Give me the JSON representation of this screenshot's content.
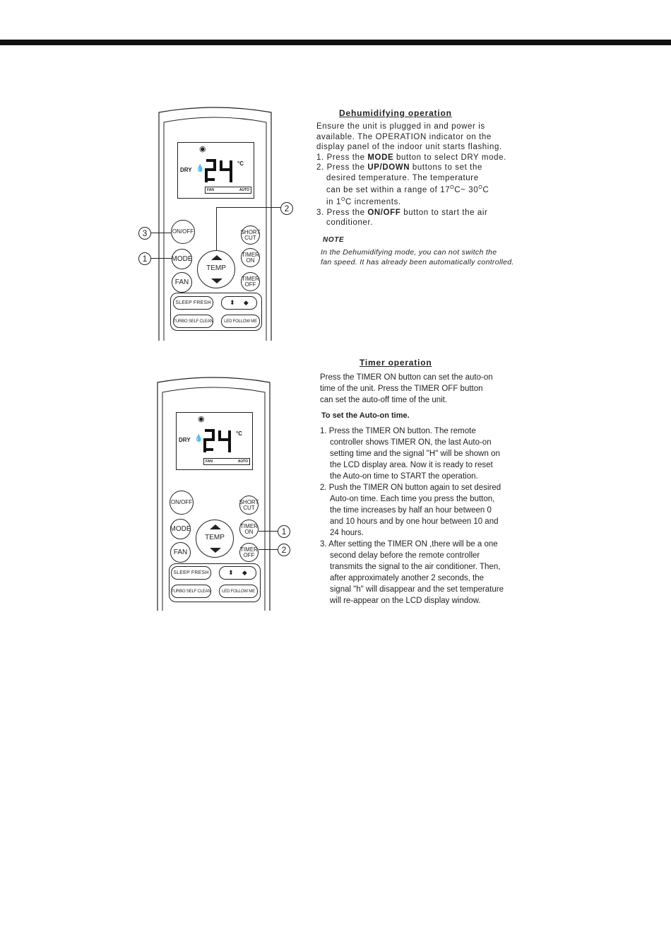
{
  "remote": {
    "lcd": {
      "mode": "DRY",
      "temp": "24",
      "unit": "°C",
      "fan_left": "FAN",
      "fan_right": "AUTO"
    },
    "buttons": {
      "on_off": "ON/OFF",
      "mode": "MODE",
      "fan": "FAN",
      "temp": "TEMP",
      "short_cut_1": "SHORT",
      "short_cut_2": "CUT",
      "timer_on_1": "TIMER",
      "timer_on_2": "ON",
      "timer_off_1": "TIMER",
      "timer_off_2": "OFF",
      "sleep_fresh": "SLEEP  FRESH",
      "turbo_self_clean": "TURBO SELF CLEAN",
      "led_follow_me": "LED  FOLLOW ME"
    }
  },
  "section1": {
    "callouts": [
      "3",
      "1",
      "2"
    ],
    "heading": "Dehumidifying  operation",
    "lines": [
      "Ensure the unit is plugged in and power is",
      "available. The OPERATION indicator on the",
      "display panel of the indoor unit starts flashing."
    ],
    "step1_pre": "1. Press the ",
    "step1_bold": "MODE",
    "step1_post": " button to select DRY mode.",
    "step2_pre": "2. Press the ",
    "step2_bold": "UP/DOWN",
    "step2_post": " buttons to set the",
    "step2_l2": "desired temperature. The temperature",
    "step2_l3a": "can be set within a range of 17",
    "step2_l3b": "C~ 30",
    "step2_l3c": "C",
    "step2_l4a": " in 1",
    "step2_l4b": "C  increments.",
    "deg": "O",
    "step3_pre": "3. Press the ",
    "step3_bold": "ON/OFF",
    "step3_post": " button to start the air",
    "step3_l2": "conditioner.",
    "note_heading": "NOTE",
    "note_l1": "In the Dehumidifying  mode, you can not switch  the",
    "note_l2": "fan speed. It has already been automatically controlled."
  },
  "section2": {
    "callouts": [
      "1",
      "2"
    ],
    "heading": "Timer operation",
    "intro": [
      "Press the TIMER ON button can set the auto-on",
      "time of the unit. Press the TIMER OFF button",
      "can set the auto-off time of the unit."
    ],
    "subheading": "To set the Auto-on time.",
    "items": [
      "1. Press the TIMER ON button. The remote",
      "controller shows TIMER ON, the last Auto-on",
      "setting time and the signal \"H\" will be shown on",
      "the LCD display area. Now it is ready to reset",
      "the Auto-on time to START the operation.",
      "2. Push the TIMER ON button again to set desired",
      "Auto-on time. Each time you press the button,",
      "the time increases by half an hour between 0",
      "and 10 hours and by one hour between 10 and",
      "24 hours.",
      "3. After setting the TIMER ON ,there will be a one",
      "second delay before the remote controller",
      "transmits the signal to the air conditioner. Then,",
      "after approximately another 2 seconds, the",
      "signal \"h\" will disappear and the set temperature",
      "will re-appear on the LCD display window."
    ]
  }
}
